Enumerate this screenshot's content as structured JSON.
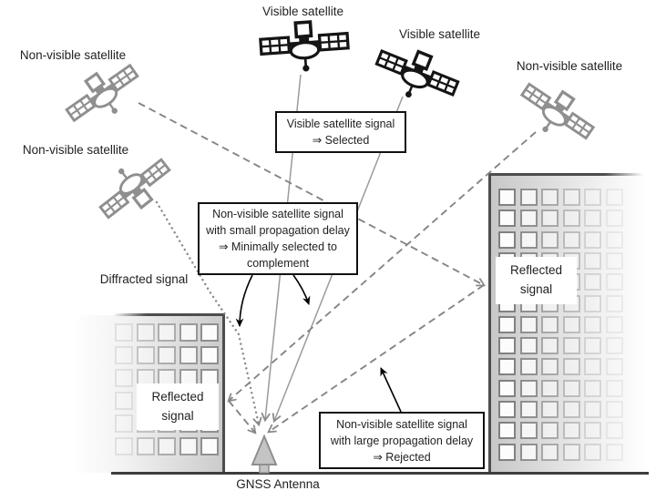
{
  "figure": {
    "satellites": [
      {
        "id": "visible-1",
        "type": "visible",
        "label": "Visible satellite"
      },
      {
        "id": "visible-2",
        "type": "visible",
        "label": "Visible satellite"
      },
      {
        "id": "nonvisible-left-top",
        "type": "non-visible",
        "label": "Non-visible satellite"
      },
      {
        "id": "nonvisible-left-mid",
        "type": "non-visible",
        "label": "Non-visible satellite"
      },
      {
        "id": "nonvisible-right",
        "type": "non-visible",
        "label": "Non-visible satellite"
      }
    ],
    "callouts": {
      "visible_selected": {
        "line1": "Visible satellite signal",
        "line2": "⇒ Selected"
      },
      "small_delay": {
        "line1": "Non-visible satellite signal",
        "line2": "with small propagation delay",
        "line3": "⇒ Minimally selected to",
        "line4": "complement"
      },
      "large_delay": {
        "line1": "Non-visible satellite signal",
        "line2": "with large propagation delay",
        "line3": "⇒ Rejected"
      }
    },
    "labels": {
      "diffracted": "Diffracted signal",
      "reflected_left": {
        "line1": "Reflected",
        "line2": "signal"
      },
      "reflected_right": {
        "line1": "Reflected",
        "line2": "signal"
      },
      "antenna": "GNSS Antenna"
    },
    "signal_paths": [
      {
        "name": "visible-satellite-signal",
        "style": "solid-gray",
        "count": 2
      },
      {
        "name": "diffracted-signal",
        "style": "dotted-gray",
        "count": 1
      },
      {
        "name": "reflected-signal-via-buildings",
        "style": "dashed-gray",
        "count": 2
      }
    ],
    "colors": {
      "visible_satellite": "#151515",
      "non_visible_satellite": "#8f8f8f",
      "signal_line_solid": "#9b9b9b",
      "signal_line_dashed": "#858585",
      "callout_border": "#111111",
      "building_edge": "#4d4d4d",
      "antenna_fill": "#c4c4c4"
    }
  }
}
